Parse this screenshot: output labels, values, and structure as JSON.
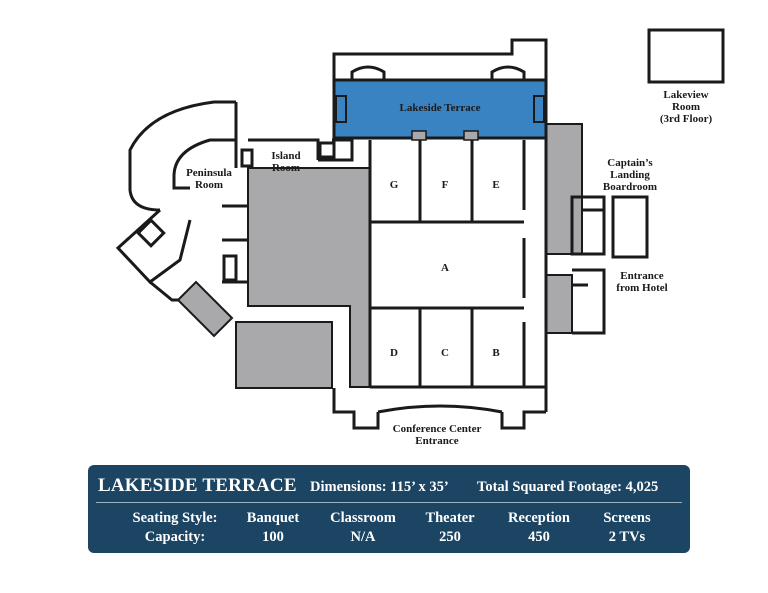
{
  "map": {
    "highlighted_room": "Lakeside Terrace",
    "colors": {
      "highlight": "#3a83c3",
      "service_area": "#a9a9ab",
      "wall": "#1a1a1a",
      "panel_bg": "#1c4563",
      "panel_text": "#ffffff"
    },
    "labels": {
      "lakeside_terrace": "Lakeside Terrace",
      "lakeview_room_1": "Lakeview",
      "lakeview_room_2": "Room",
      "lakeview_room_3": "(3rd Floor)",
      "captains_1": "Captain’s",
      "captains_2": "Landing",
      "captains_3": "Boardroom",
      "entrance_hotel_1": "Entrance",
      "entrance_hotel_2": "from Hotel",
      "peninsula_1": "Peninsula",
      "peninsula_2": "Room",
      "island_1": "Island",
      "island_2": "Room",
      "room_g": "G",
      "room_f": "F",
      "room_e": "E",
      "room_a": "A",
      "room_d": "D",
      "room_c": "C",
      "room_b": "B",
      "conference_entrance_1": "Conference Center",
      "conference_entrance_2": "Entrance"
    }
  },
  "info_panel": {
    "room_name": "LAKESIDE TERRACE",
    "dimensions": "Dimensions: 115’ x 35’",
    "total_footage": "Total Squared Footage: 4,025",
    "columns": [
      {
        "header": "Seating Style:",
        "value": "Capacity:"
      },
      {
        "header": "Banquet",
        "value": "100"
      },
      {
        "header": "Classroom",
        "value": "N/A"
      },
      {
        "header": "Theater",
        "value": "250"
      },
      {
        "header": "Reception",
        "value": "450"
      },
      {
        "header": "Screens",
        "value": "2 TVs"
      }
    ]
  }
}
